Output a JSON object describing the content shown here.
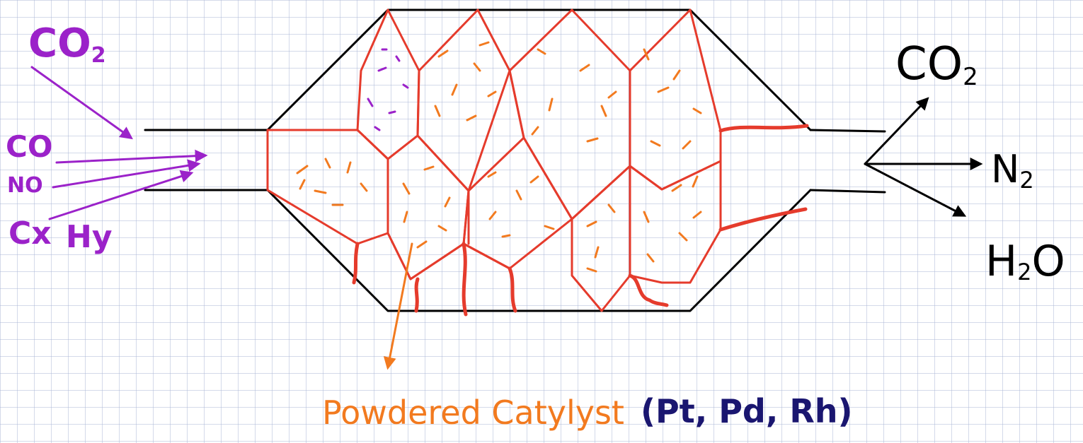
{
  "inputs": {
    "co2": "CO",
    "co2_sub": "2",
    "co": "CO",
    "no": "NO",
    "cxhy_cx": "Cx",
    "cxhy_hy": "Hy"
  },
  "outputs": {
    "co2": "CO",
    "co2_sub": "2",
    "n2": "N",
    "n2_sub": "2",
    "h2o_h": "H",
    "h2o_sub": "2",
    "h2o_o": "O"
  },
  "catalyst_label": {
    "main": "Powdered Catylyst",
    "metals": "(Pt, Pd, Rh)"
  },
  "colors": {
    "grid": "#aab6d6",
    "outline": "#000000",
    "cells": "#e53b2c",
    "powder": "#f27a1f",
    "inputs": "#9b22c9",
    "metals": "#1a1670"
  }
}
